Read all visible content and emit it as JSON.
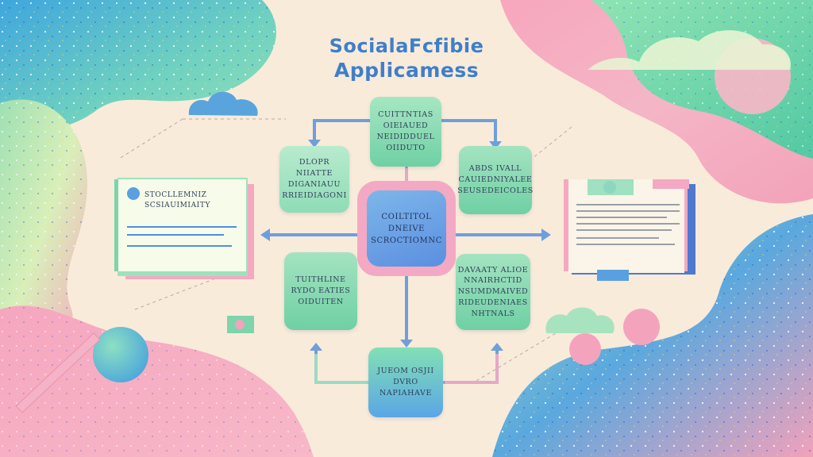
{
  "title": {
    "line1": "SocialaFcfibie",
    "line2": "Applicamess"
  },
  "center_node": "COILTITOL\nDNEIVE\nSCROCTIOMNC",
  "nodes": {
    "top": "CUITTNTIAS\nOIEIAUED\nNEIDIDDUEL\nOIIDUTO",
    "upper_left": "DLOPR NIIATTE\nDIGANIAUU\nRRIEIDIAGONI",
    "upper_right": "ABDS IVALL\nCAUIEDNIYALEE\nSEUSEDEICOLES",
    "lower_left": "TUITHLINE\nRYDO EATIES\nOIDUITEN",
    "lower_right": "DAVAATY ALIOE\nNNAIRHCTID\nNSUMDMAIVED\nRIDEUDENIAES\nNHTNALS",
    "bottom": "JUEOM OSJII\nDVRO\nNAPIAHAVE"
  },
  "left_doc": {
    "heading": "STOCLLEMNIZ\nSCSIAUIMIAITY"
  },
  "colors": {
    "title": "#3f7fc9",
    "arrow": "#6f9fdb",
    "hub_frame": "#f3a9c3",
    "hub_fill": "#5b8fe0",
    "green": "#7dd3a8",
    "pink": "#f4a3bd",
    "blue": "#5aa9de",
    "cream": "#f9ebda"
  }
}
